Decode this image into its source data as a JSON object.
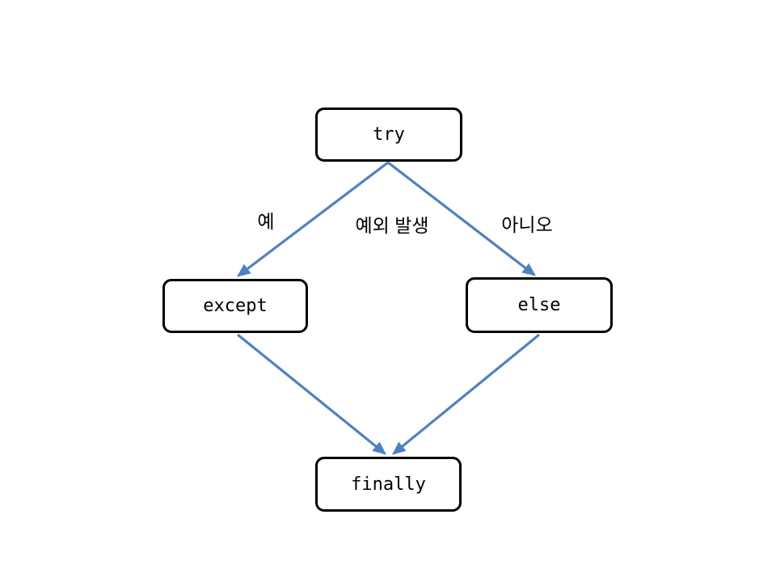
{
  "diagram": {
    "nodes": {
      "try": {
        "label": "try"
      },
      "except": {
        "label": "except"
      },
      "else": {
        "label": "else"
      },
      "finally": {
        "label": "finally"
      }
    },
    "edge_labels": {
      "yes": "예",
      "exception": "예외 발생",
      "no": "아니오"
    },
    "edges": [
      {
        "from": "try",
        "to": "except",
        "label": "예"
      },
      {
        "from": "try",
        "to": "else",
        "label": "아니오"
      },
      {
        "from": "except",
        "to": "finally",
        "label": ""
      },
      {
        "from": "else",
        "to": "finally",
        "label": ""
      }
    ],
    "colors": {
      "arrow": "#4f81bd",
      "node_border": "#000000",
      "node_fill": "#ffffff",
      "text": "#000000",
      "background": "#ffffff"
    }
  }
}
